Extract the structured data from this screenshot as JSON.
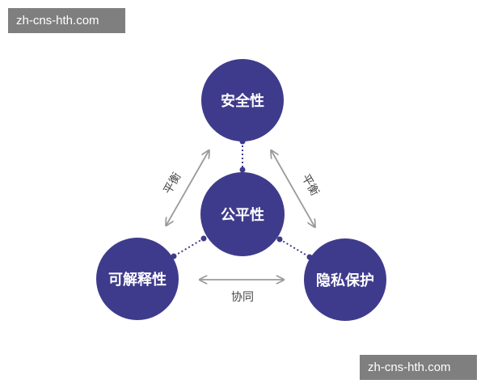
{
  "watermarks": {
    "top": "zh-cns-hth.com",
    "bottom": "zh-cns-hth.com"
  },
  "nodes": {
    "security": "安全性",
    "fairness": "公平性",
    "explainability": "可解释性",
    "privacy": "隐私保护"
  },
  "relations": {
    "left_balance": "平衡",
    "right_balance": "平衡",
    "bottom_synergy": "协同"
  },
  "colors": {
    "node_fill": "#3f3b8c",
    "connector": "#3f3b8c",
    "arrow": "#9a9a9a",
    "edge_text": "#444444",
    "watermark_bg": "#7f7f7f"
  }
}
